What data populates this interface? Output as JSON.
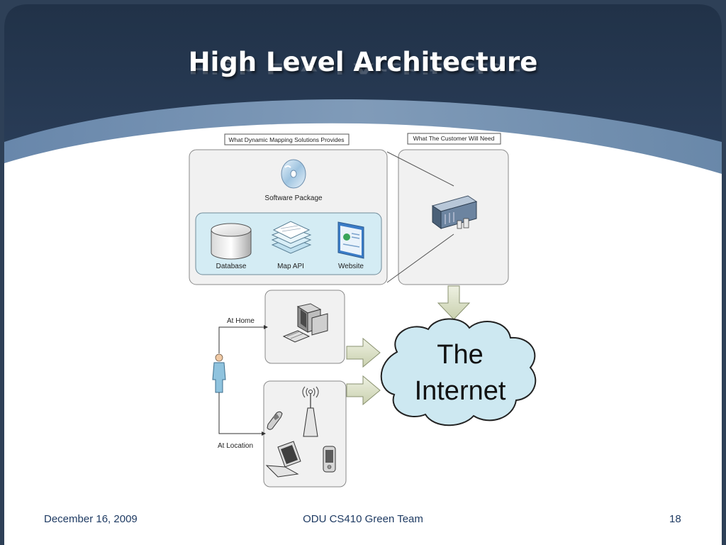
{
  "slide": {
    "title": "High Level Architecture",
    "footer_date": "December 16, 2009",
    "footer_team": "ODU CS410 Green Team",
    "page_number": "18"
  },
  "diagram": {
    "provider_label": "What Dynamic Mapping Solutions Provides",
    "customer_label": "What The Customer Will Need",
    "software_package": "Software Package",
    "components": [
      "Database",
      "Map API",
      "Website"
    ],
    "at_home": "At Home",
    "at_location": "At Location",
    "internet_line1": "The",
    "internet_line2": "Internet"
  },
  "colors": {
    "header_dark": "#2b3f58",
    "header_light": "#5d7ea3",
    "cloud_fill": "#cde8f1",
    "inner_panel": "#d4ecf4",
    "box_fill": "#f0f0f0"
  },
  "icons": [
    "cd-icon",
    "database-icon",
    "map-api-icon",
    "website-icon",
    "server-icon",
    "desktop-computer-icon",
    "cell-tower-icon",
    "mobile-phone-icon",
    "laptop-icon",
    "pda-icon",
    "person-icon",
    "arrow-down-icon",
    "arrow-right-icon"
  ]
}
